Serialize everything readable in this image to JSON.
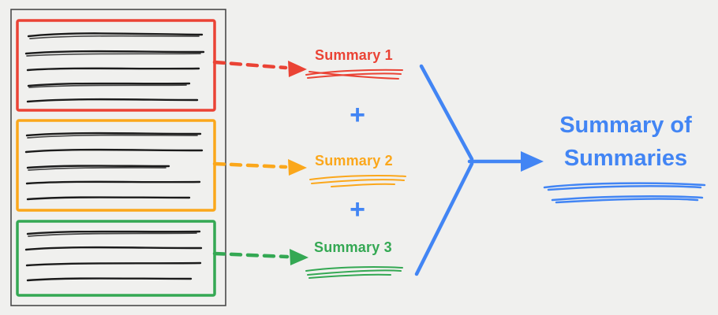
{
  "labels": {
    "summary1": "Summary 1",
    "summary2": "Summary 2",
    "summary3": "Summary 3",
    "plus": "+",
    "final": "Summary of Summaries"
  },
  "colors": {
    "red": "#EA4335",
    "orange": "#FBA71B",
    "green": "#34A853",
    "blue": "#4285F4",
    "ink": "#1B1B1B",
    "background": "#F0F0EE",
    "document_border": "#4A4A4A"
  },
  "structure": {
    "type": "flow-diagram",
    "nodes": [
      "document",
      "document-section-1",
      "document-section-2",
      "document-section-3",
      "summary-1",
      "summary-2",
      "summary-3",
      "summary-of-summaries"
    ],
    "edges": [
      {
        "from": "document-section-1",
        "to": "summary-1",
        "style": "dashed-red"
      },
      {
        "from": "document-section-2",
        "to": "summary-2",
        "style": "dashed-orange"
      },
      {
        "from": "document-section-3",
        "to": "summary-3",
        "style": "dashed-green"
      },
      {
        "from": "summary-1 + summary-2 + summary-3",
        "to": "summary-of-summaries",
        "style": "solid-blue-merge"
      }
    ]
  }
}
